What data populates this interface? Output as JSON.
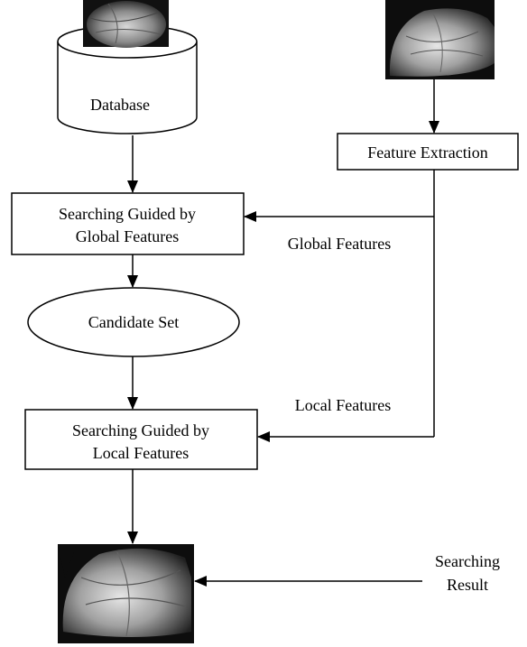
{
  "database": {
    "label": "Database"
  },
  "feature_extraction": {
    "label": "Feature Extraction"
  },
  "global_search": {
    "line1": "Searching Guided by",
    "line2": "Global Features"
  },
  "candidate_set": {
    "label": "Candidate Set"
  },
  "local_search": {
    "line1": "Searching Guided by",
    "line2": "Local Features"
  },
  "labels": {
    "global_features": "Global Features",
    "local_features": "Local Features",
    "searching_result_1": "Searching",
    "searching_result_2": "Result"
  },
  "images": {
    "database_palm": "palmprint-image",
    "query_palm": "palmprint-image",
    "result_palm": "palmprint-image"
  }
}
